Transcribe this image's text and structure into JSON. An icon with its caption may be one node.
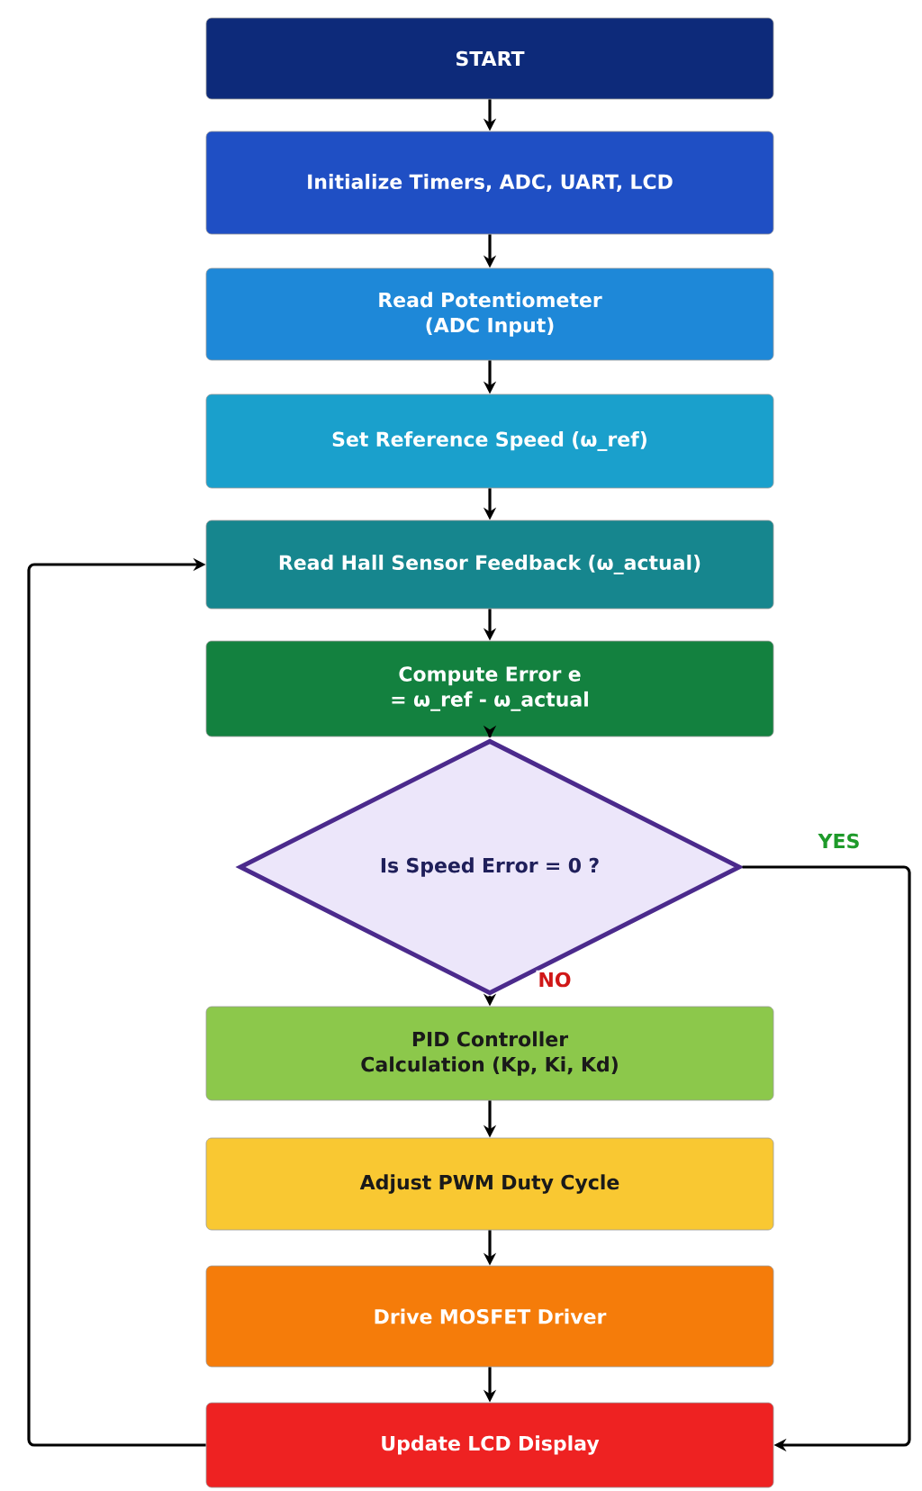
{
  "diagram": {
    "nodes": [
      {
        "text": [
          "START"
        ]
      },
      {
        "text": [
          "Initialize Timers, ADC, UART, LCD"
        ]
      },
      {
        "text": [
          "Read Potentiometer (ADC Input)"
        ]
      },
      {
        "text": [
          "Set Reference Speed (ω_ref)"
        ]
      },
      {
        "text": [
          "Read Hall Sensor Feedback (ω_actual)"
        ]
      },
      {
        "text": [
          "Compute Error e = ω_ref - ω_actual"
        ]
      },
      {
        "text": [
          "Is Speed Error = 0 ?"
        ]
      },
      {
        "text": [
          "PID Controller Calculation (Kp, Ki, Kd)"
        ]
      },
      {
        "text": [
          "Adjust PWM Duty Cycle"
        ]
      },
      {
        "text": [
          "Drive MOSFET Driver"
        ]
      },
      {
        "text": [
          "Update LCD Display"
        ]
      }
    ],
    "edges": [
      {
        "from": 0,
        "to": 1,
        "arrow": "to"
      },
      {
        "from": 1,
        "to": 2,
        "arrow": "to"
      },
      {
        "from": 2,
        "to": 3,
        "arrow": "to"
      },
      {
        "from": 3,
        "to": 4,
        "arrow": "to"
      },
      {
        "from": 4,
        "to": 5,
        "arrow": "to"
      },
      {
        "from": 5,
        "to": 6,
        "arrow": "to"
      },
      {
        "from": 6,
        "to": 7,
        "arrow": "to",
        "label": "NO"
      },
      {
        "from": 7,
        "to": 8,
        "arrow": "to"
      },
      {
        "from": 8,
        "to": 9,
        "arrow": "to"
      },
      {
        "from": 9,
        "to": 10,
        "arrow": "to"
      },
      {
        "from": 6,
        "to": 10,
        "arrow": "to",
        "label": "YES"
      },
      {
        "from": 10,
        "to": 4,
        "arrow": "to"
      }
    ]
  }
}
